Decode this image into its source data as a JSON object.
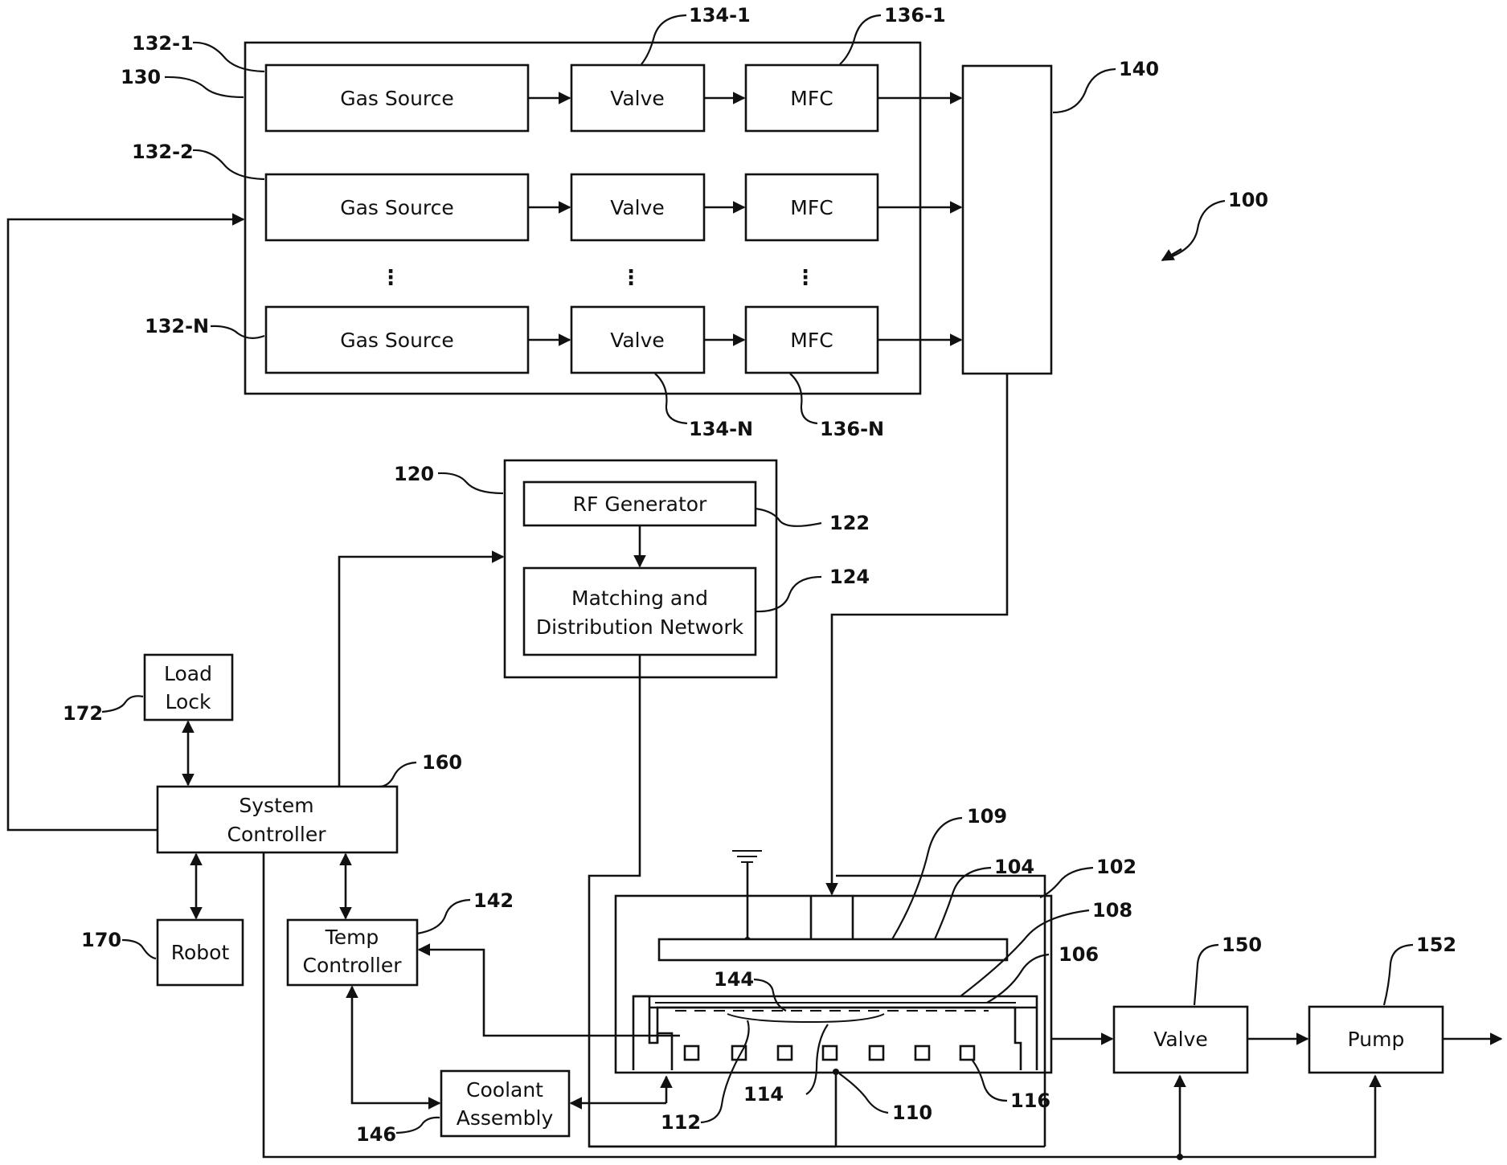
{
  "blocks": {
    "gas_source_1": "Gas Source",
    "gas_source_2": "Gas Source",
    "gas_source_n": "Gas Source",
    "valve_1": "Valve",
    "valve_2": "Valve",
    "valve_n": "Valve",
    "mfc_1": "MFC",
    "mfc_2": "MFC",
    "mfc_n": "MFC",
    "rf_generator": "RF Generator",
    "matching_line1": "Matching and",
    "matching_line2": "Distribution Network",
    "load_lock_line1": "Load",
    "load_lock_line2": "Lock",
    "system_controller_line1": "System",
    "system_controller_line2": "Controller",
    "robot": "Robot",
    "temp_controller_line1": "Temp",
    "temp_controller_line2": "Controller",
    "coolant_line1": "Coolant",
    "coolant_line2": "Assembly",
    "exhaust_valve": "Valve",
    "pump": "Pump"
  },
  "ellipsis": "⋮",
  "refs": {
    "r100": "100",
    "r102": "102",
    "r104": "104",
    "r106": "106",
    "r108": "108",
    "r109": "109",
    "r110": "110",
    "r112": "112",
    "r114": "114",
    "r116": "116",
    "r120": "120",
    "r122": "122",
    "r124": "124",
    "r130": "130",
    "r132_1": "132-1",
    "r132_2": "132-2",
    "r132_n": "132-N",
    "r134_1": "134-1",
    "r134_n": "134-N",
    "r136_1": "136-1",
    "r136_n": "136-N",
    "r140": "140",
    "r142": "142",
    "r144": "144",
    "r146": "146",
    "r150": "150",
    "r152": "152",
    "r160": "160",
    "r170": "170",
    "r172": "172"
  }
}
